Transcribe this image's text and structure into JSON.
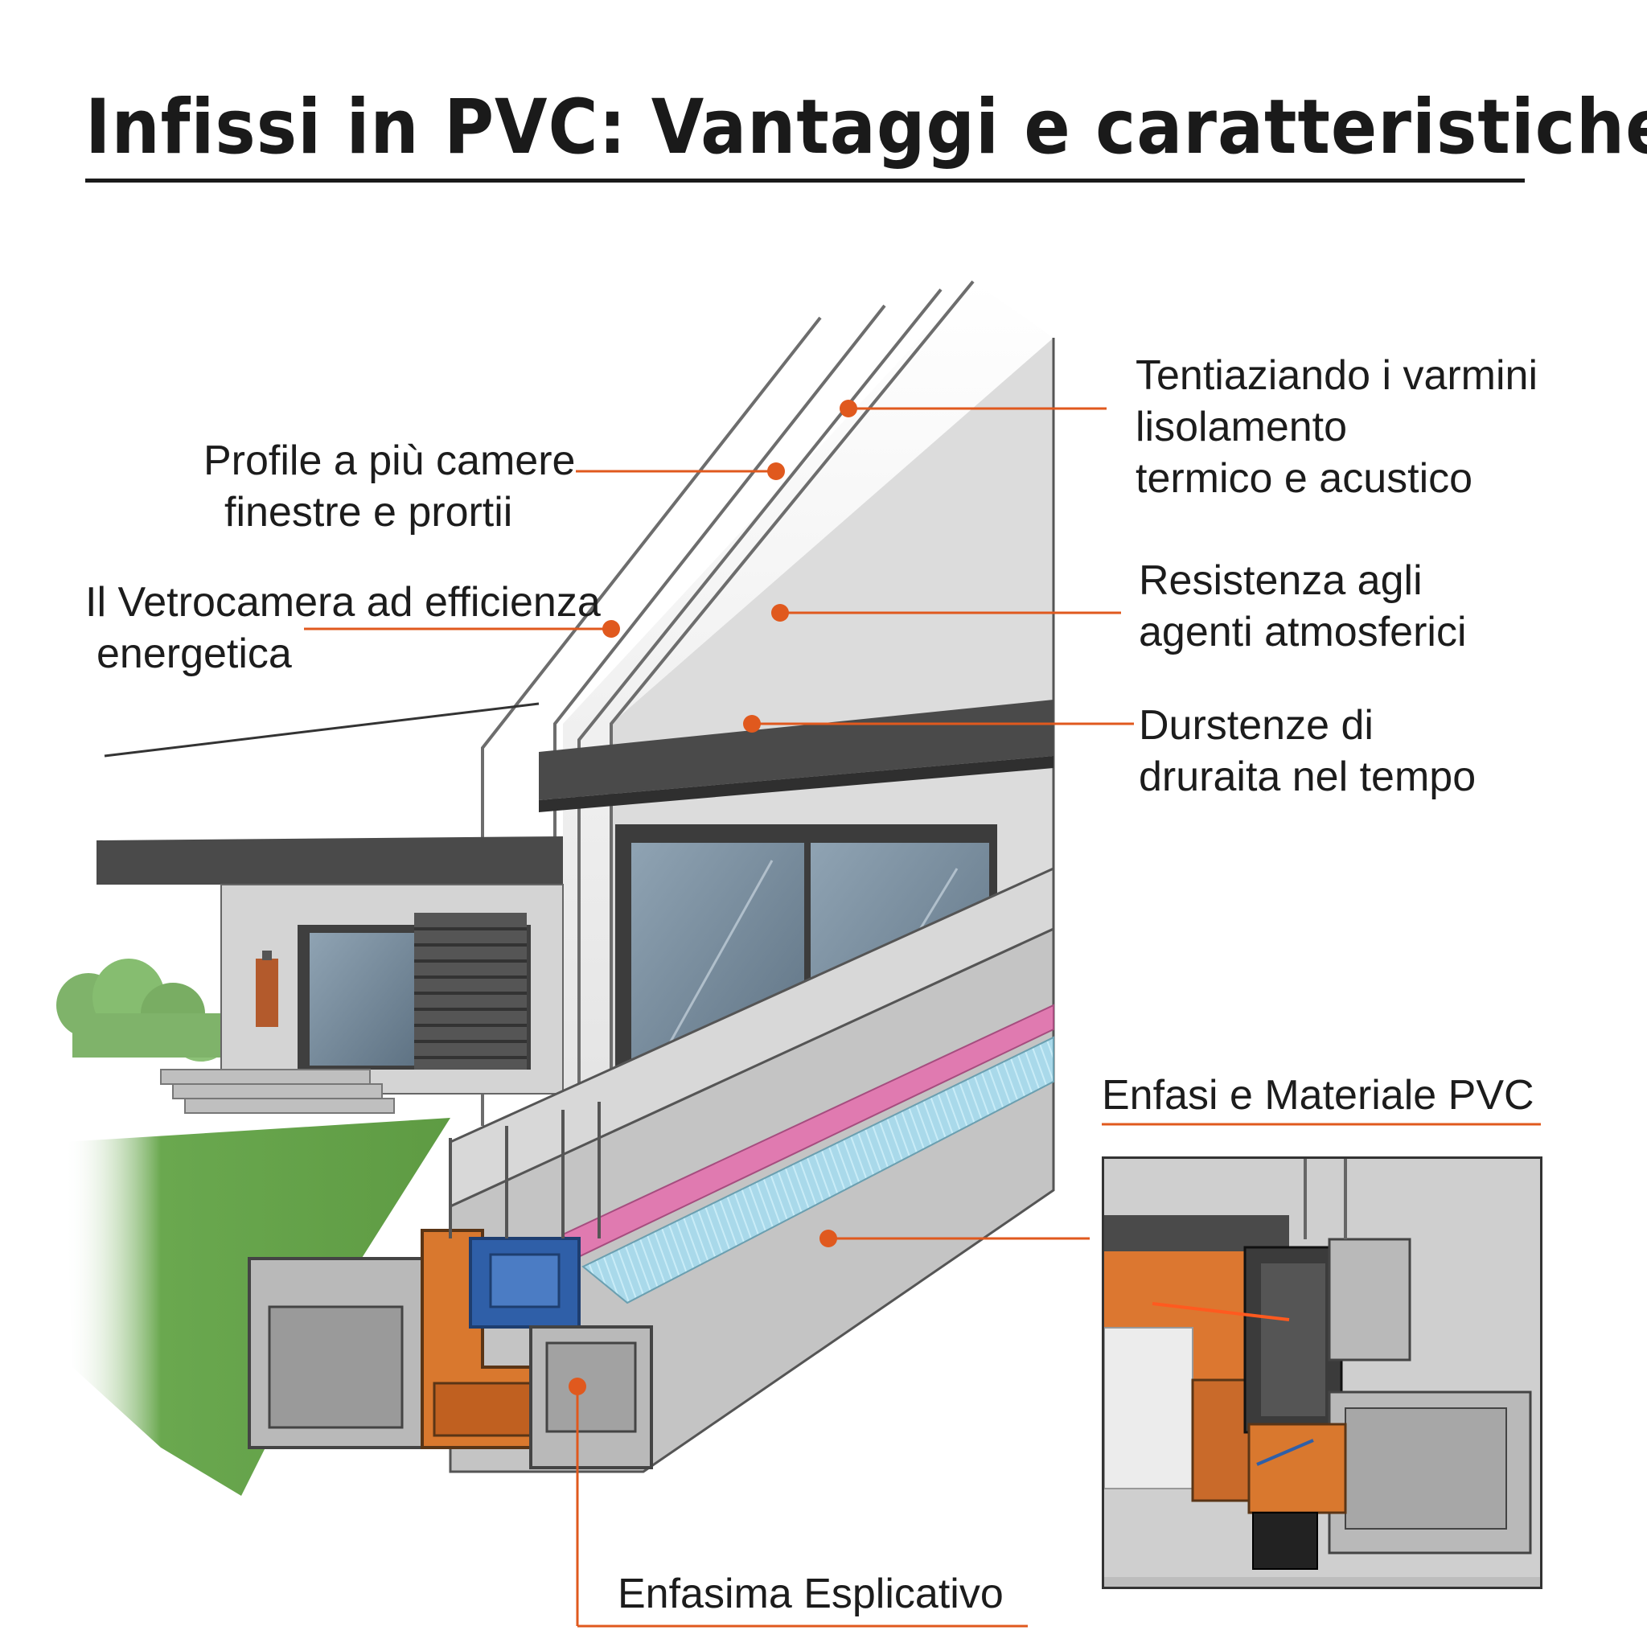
{
  "title": "Infissi in PVC: Vantaggi e caratteristiche",
  "labels": {
    "profile": [
      "Profile a più camere",
      "finestre e prortii"
    ],
    "vetrocamera": [
      "Il Vetrocamera ad efficienza",
      "energetica"
    ],
    "isolamento": [
      "Tentiaziando i varmini",
      "lisolamento",
      "termico e acustico"
    ],
    "resistenza": [
      "Resistenza agli",
      "agenti atmosferici"
    ],
    "durata": [
      "Durstenze di",
      "druraita nel tempo"
    ],
    "materiale": "Enfasi e Materiale PVC",
    "esplicativo": "Enfasima Esplicativo"
  },
  "colors": {
    "callout": "#e0591e",
    "pvc_gray": "#b9b9b9",
    "reinforcement_orange": "#d9782e",
    "gasket_blue": "#2f5fa8",
    "glass_blue": "#9fd3e6",
    "seal_pink": "#e07ab0",
    "lawn_green": "#6aa84f",
    "roof_dark": "#4a4a4a"
  }
}
